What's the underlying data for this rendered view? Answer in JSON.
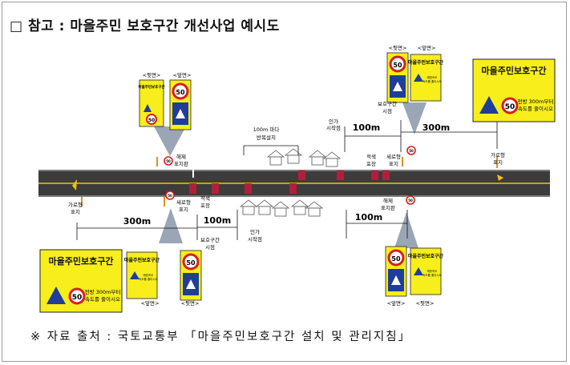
{
  "title": "□ 참고 : 마을주민 보호구간 개선사업 예시도",
  "footer": "※ 자료 출처 : 국토교통부 「마을주민보호구간 설치 및 관리지침」",
  "sign_faces": {
    "back": "<뒷면>",
    "front": "<앞면>"
  },
  "big_sign": {
    "text": "마을주민보호구간",
    "sub1": "전방 300m부터",
    "sub2": "속도를 줄이시오",
    "limit": "50"
  },
  "small_sign": {
    "header": "마을주민보호구간",
    "limit": "50",
    "note1": "제한속도",
    "note2": "속도를 줄이시오"
  },
  "labels": {
    "repeat_1": "100m 마다",
    "repeat_2": "반복설치",
    "crosswalk_1": "인가",
    "crosswalk_2": "시작점",
    "zone_start_1": "보호구간",
    "zone_start_2": "시점",
    "speed_bump_1": "적색",
    "speed_bump_2": "포장",
    "road_mark_1": "세로형",
    "road_mark_2": "표지",
    "lift_sign_1": "해제",
    "lift_sign_2": "표지판",
    "street_light_1": "가로형",
    "street_light_2": "표지"
  },
  "distances": {
    "d100": "100m",
    "d300": "300m"
  },
  "colors": {
    "road": "#3c3c3c",
    "lane": "#f4c400",
    "red_pave": "#b0203a",
    "sign_yellow": "#f7ee1b",
    "sign_blue": "#1f3d9a",
    "arrow_gray": "#9aa6b6"
  }
}
